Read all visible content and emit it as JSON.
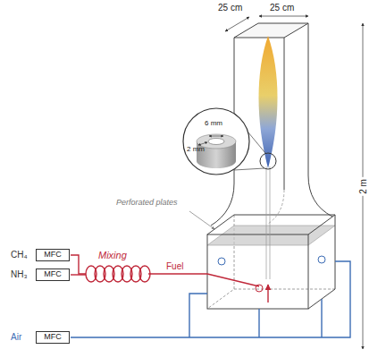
{
  "diagram": {
    "nodes": [
      {
        "text": [
          "MFC"
        ]
      },
      {
        "text": [
          "MFC"
        ]
      },
      {
        "text": [
          "MFC"
        ]
      }
    ],
    "labels": [
      "25 cm",
      "25 cm",
      "2 m",
      "6 mm",
      "2 mm",
      "Perforated plates",
      "Mixing",
      "Fuel",
      "CH₄",
      "NH₃",
      "Air"
    ]
  }
}
